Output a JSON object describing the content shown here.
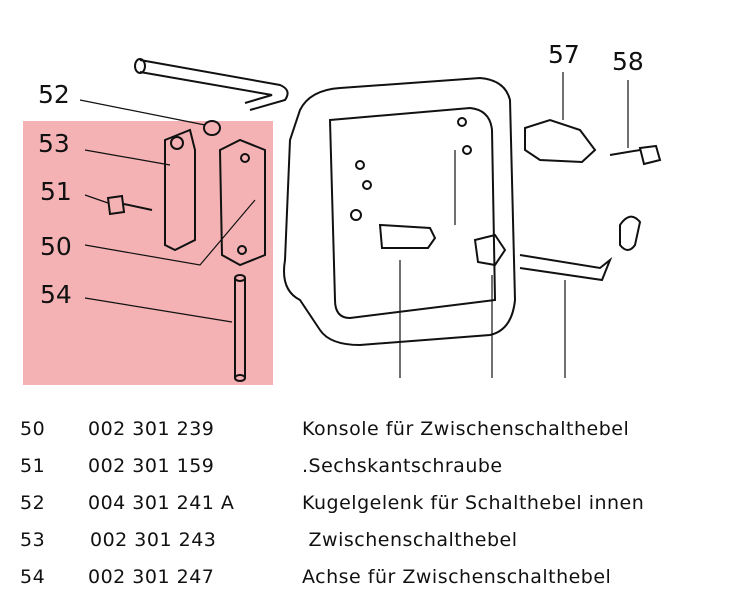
{
  "highlight_color": "#f4b2b4",
  "callouts": [
    "52",
    "53",
    "51",
    "50",
    "54",
    "57",
    "58"
  ],
  "parts": [
    {
      "item": "50",
      "part_no": "002 301 239",
      "description": "Konsole für Zwischenschalthebel"
    },
    {
      "item": "51",
      "part_no": "002 301 159",
      "description": ".Sechskantschraube"
    },
    {
      "item": "52",
      "part_no": "004 301 241 A",
      "description": "Kugelgelenk für Schalthebel innen"
    },
    {
      "item": "53",
      "part_no": "002 301 243",
      "description": " Zwischenschalthebel"
    },
    {
      "item": "54",
      "part_no": "002 301 247",
      "description": "Achse für Zwischenschalthebel"
    }
  ]
}
